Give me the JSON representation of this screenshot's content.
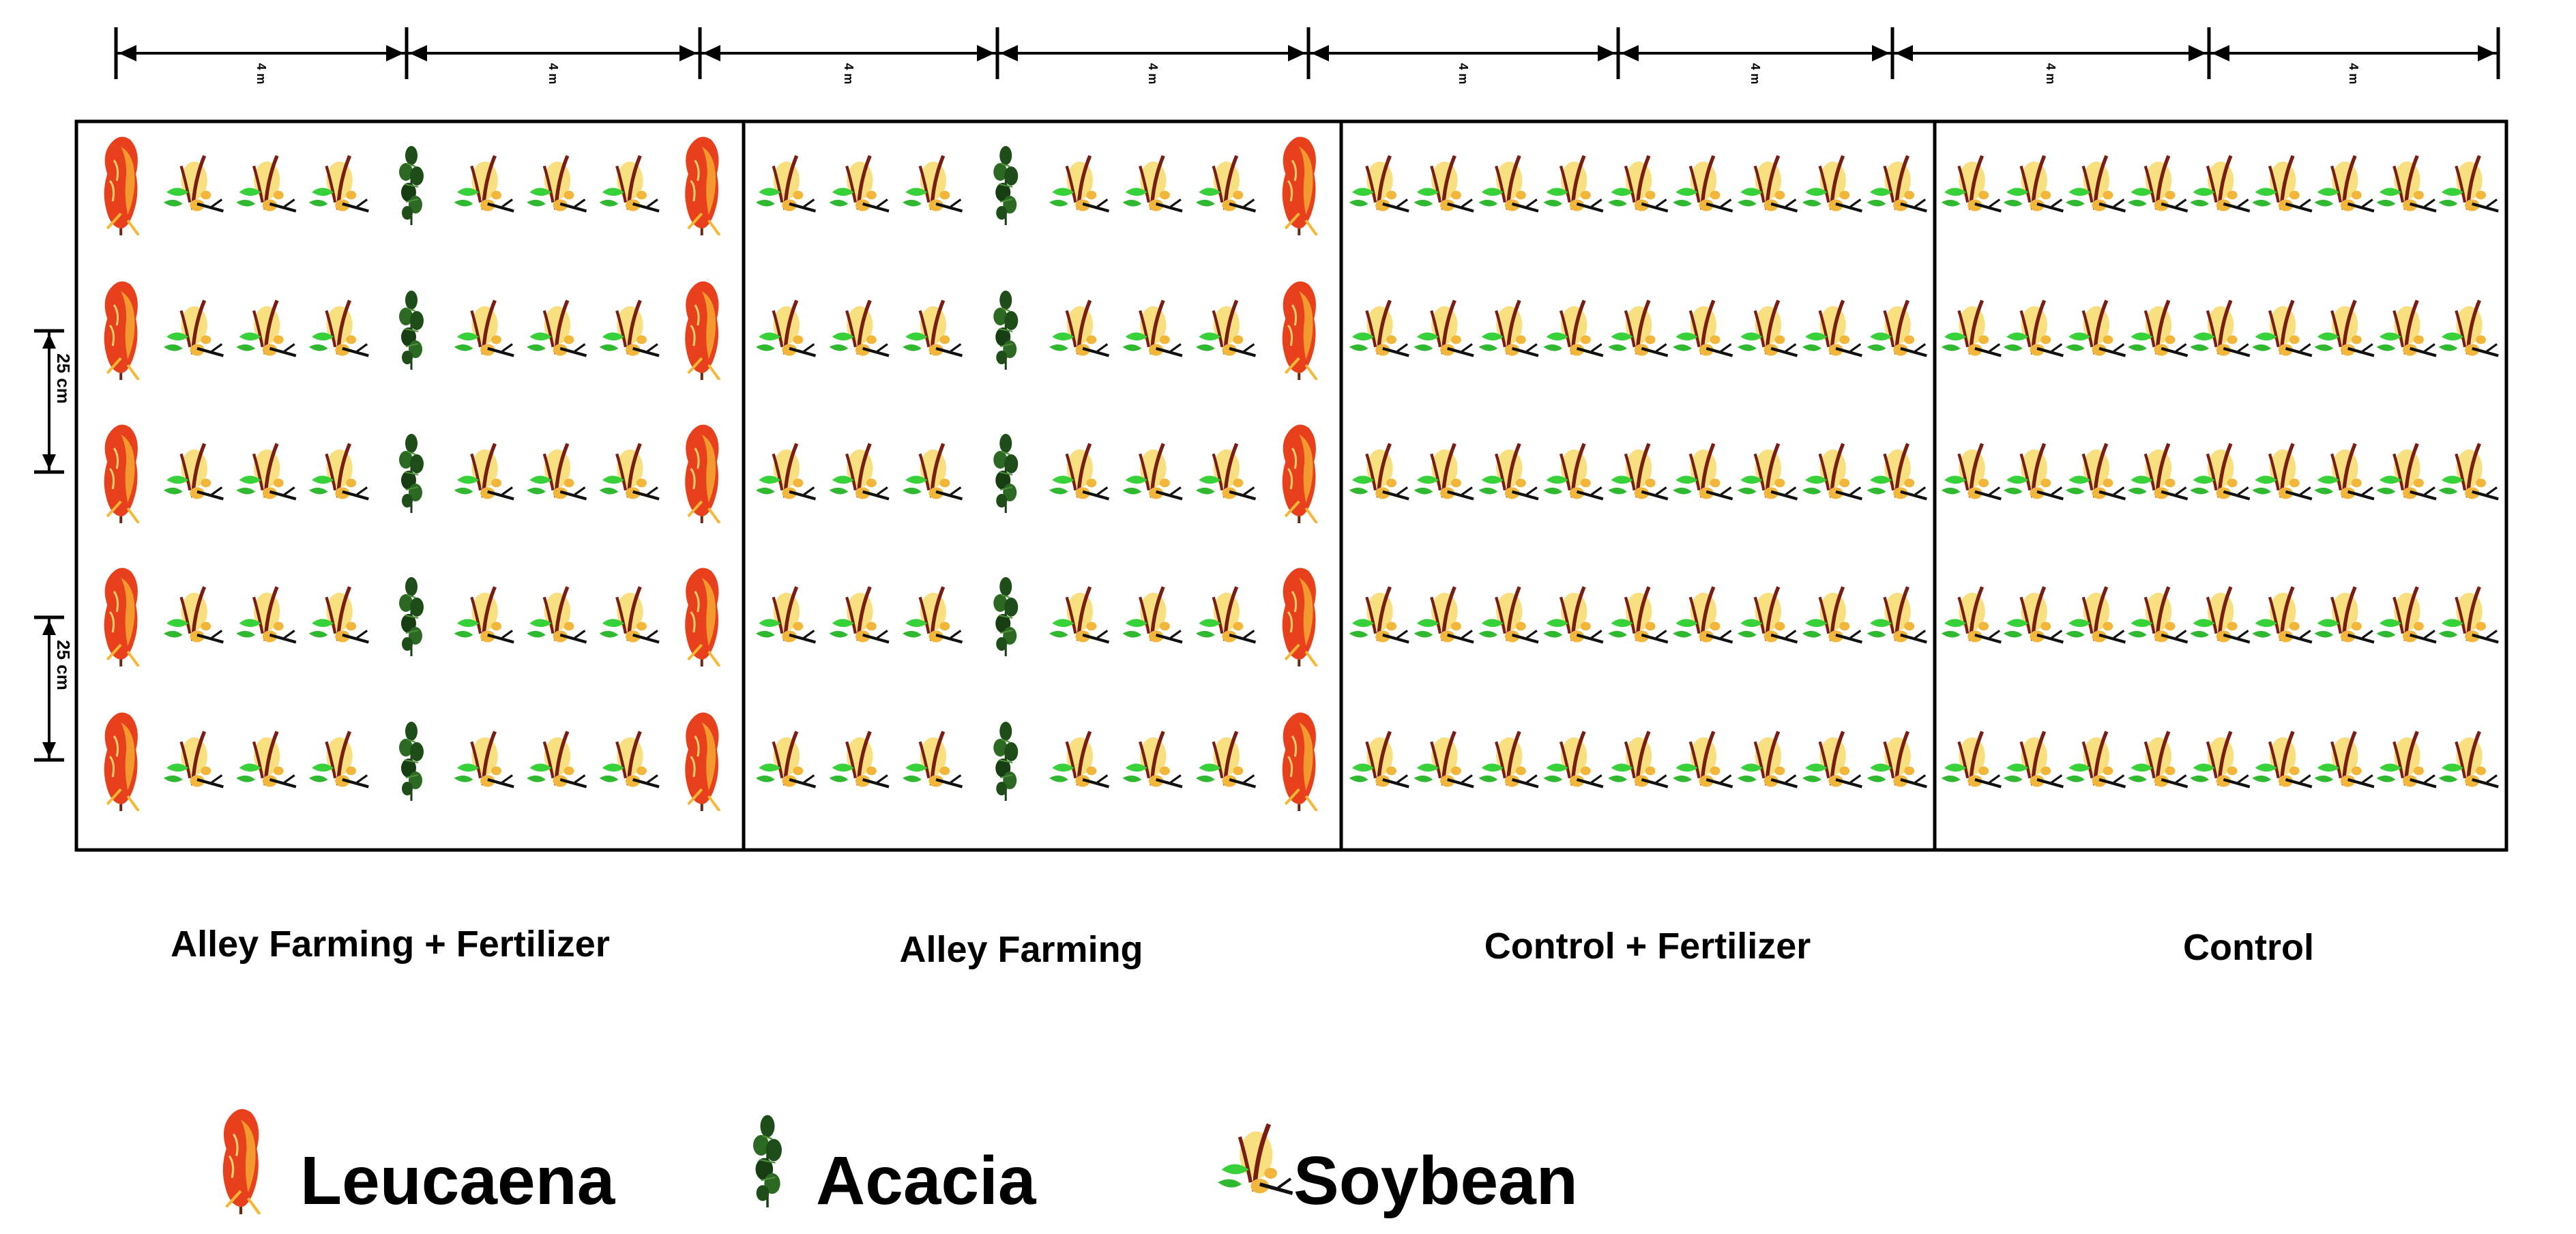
{
  "dimension_labels": {
    "top": [
      "4 m",
      "4 m",
      "4 m",
      "4 m",
      "4 m",
      "4 m",
      "4 m",
      "4 m"
    ],
    "row_spacing": [
      "25 cm",
      "25 cm"
    ]
  },
  "plots": [
    {
      "label": "Alley Farming + Fertilizer",
      "columns": [
        "leucaena",
        "soybean",
        "soybean",
        "soybean",
        "acacia",
        "soybean",
        "soybean",
        "soybean",
        "leucaena"
      ]
    },
    {
      "label": "Alley Farming",
      "columns": [
        "soybean",
        "soybean",
        "soybean",
        "acacia",
        "soybean",
        "soybean",
        "soybean",
        "leucaena"
      ]
    },
    {
      "label": "Control + Fertilizer",
      "columns": [
        "soybean",
        "soybean",
        "soybean",
        "soybean",
        "soybean",
        "soybean",
        "soybean",
        "soybean",
        "soybean"
      ]
    },
    {
      "label": "Control",
      "columns": [
        "soybean",
        "soybean",
        "soybean",
        "soybean",
        "soybean",
        "soybean",
        "soybean",
        "soybean",
        "soybean"
      ]
    }
  ],
  "rows_per_plot": 5,
  "legend": [
    {
      "icon": "leucaena-icon",
      "label": "Leucaena"
    },
    {
      "icon": "acacia-icon",
      "label": "Acacia"
    },
    {
      "icon": "soybean-icon",
      "label": "Soybean"
    }
  ],
  "colors": {
    "leucaena": "#e8401c",
    "leucaena_accent": "#f7b733",
    "acacia": "#1f4d1a",
    "soybean_leaf": "#37d13a",
    "soybean_pod": "#f2b63a",
    "soybean_stem": "#7a1d12",
    "border": "#000000"
  }
}
